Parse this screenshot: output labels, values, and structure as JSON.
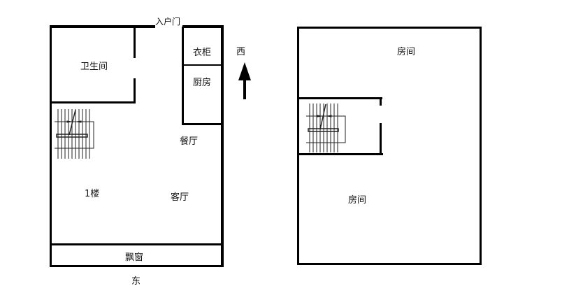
{
  "floor_plan": {
    "floor1": {
      "entrance": "入户门",
      "bathroom": "卫生间",
      "wardrobe": "衣柜",
      "kitchen": "厨房",
      "dining": "餐厅",
      "floor_label": "1楼",
      "living": "客厅",
      "bay_window": "飘窗"
    },
    "floor2": {
      "room_upper": "房间",
      "room_lower": "房间"
    },
    "compass": {
      "north_arrow_label": "西",
      "bottom_label": "东"
    }
  }
}
